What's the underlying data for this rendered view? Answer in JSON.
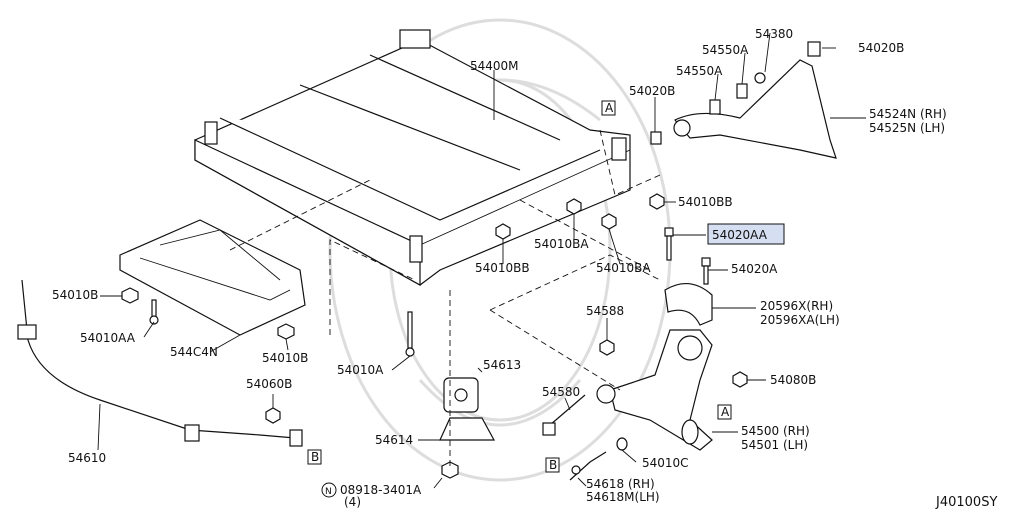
{
  "diagram_code": "J40100SY",
  "highlight_color": "#d6def2",
  "labels": {
    "p54400M": "54400M",
    "p54380": "54380",
    "p54020B_top": "54020B",
    "p54550A_1": "54550A",
    "p54550A_2": "54550A",
    "p54020B_mid": "54020B",
    "p54524N": "54524N (RH)",
    "p54525N": "54525N (LH)",
    "p54010BB_right": "54010BB",
    "p54020AA": "54020AA",
    "p54010BA_1": "54010BA",
    "p54010BA_2": "54010BA",
    "p54010BB_left": "54010BB",
    "p54020A": "54020A",
    "p20596X": "20596X(RH)",
    "p20596XA": "20596XA(LH)",
    "p54010B_left": "54010B",
    "p54010AA": "54010AA",
    "p544C4N": "544C4N",
    "p54010B_mid": "54010B",
    "p54588": "54588",
    "p54613": "54613",
    "p54010A": "54010A",
    "p54060B": "54060B",
    "p54580": "54580",
    "p54080B": "54080B",
    "p54610": "54610",
    "p54614": "54614",
    "p54500": "54500 (RH)",
    "p54501": "54501 (LH)",
    "p54010C": "54010C",
    "p08918": "08918-3401A",
    "p08918_qty": "(4)",
    "p54618": "54618 (RH)",
    "p54618M": "54618M(LH)",
    "callout_A1": "A",
    "callout_A2": "A",
    "callout_B1": "B",
    "callout_B2": "B",
    "n_symbol": "N"
  }
}
